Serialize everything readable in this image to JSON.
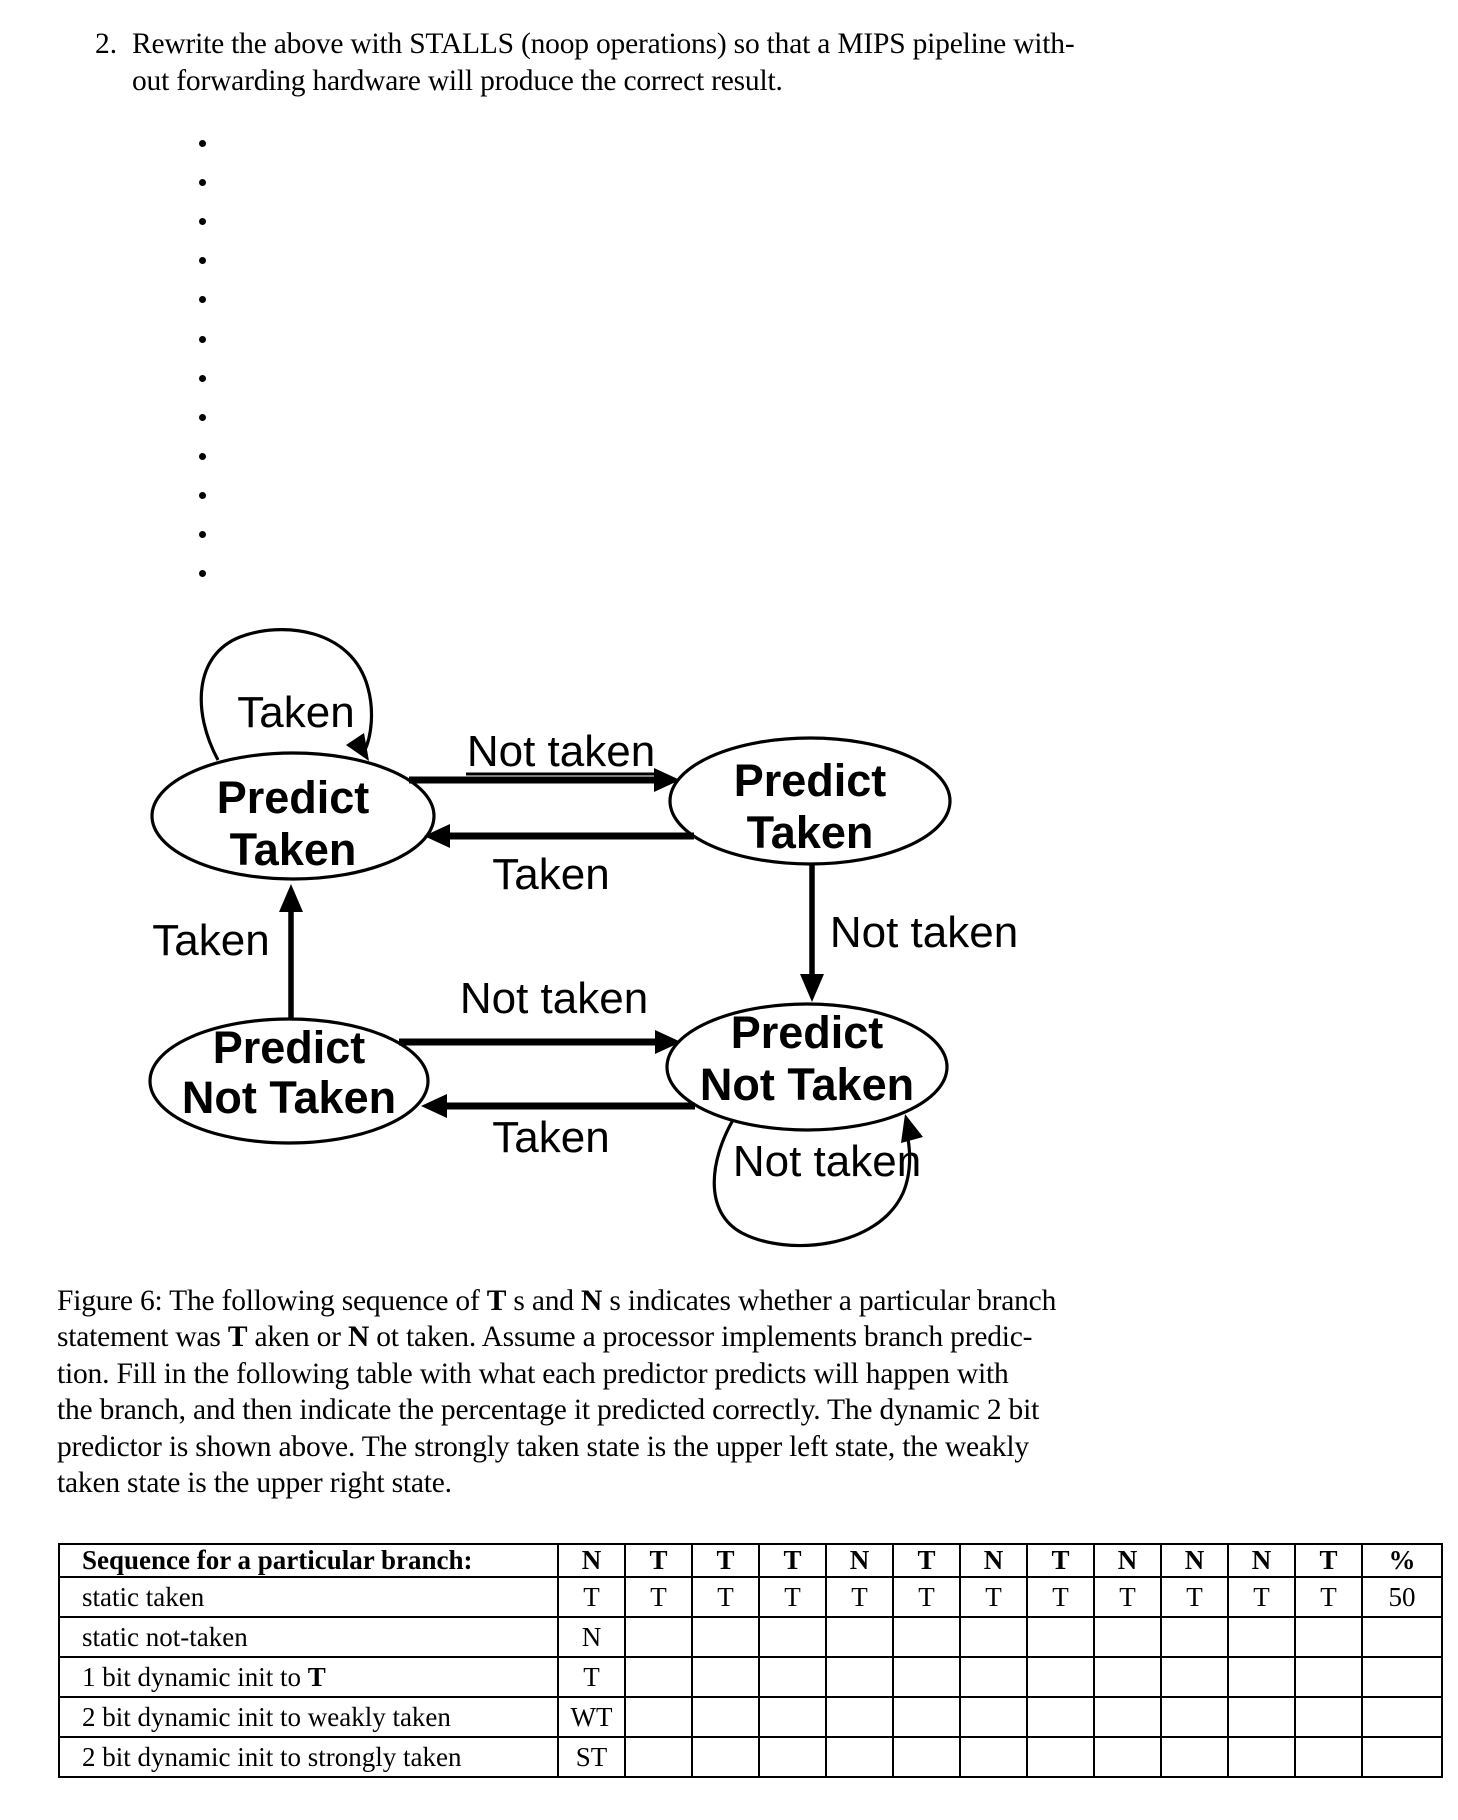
{
  "document": {
    "item": {
      "number": "2.",
      "lines": [
        "Rewrite the above with STALLS (noop operations) so that a MIPS pipeline with-",
        "out forwarding hardware will produce the correct result."
      ]
    },
    "answer_dots": {
      "count": 12
    },
    "figure_caption": {
      "lines": [
        [
          {
            "t": "Figure 6: The following sequence of "
          },
          {
            "t": "T",
            "b": 1
          },
          {
            "t": " s and "
          },
          {
            "t": "N",
            "b": 1
          },
          {
            "t": " s indicates whether a particular branch"
          }
        ],
        [
          {
            "t": "statement was "
          },
          {
            "t": "T",
            "b": 1
          },
          {
            "t": " aken or "
          },
          {
            "t": "N",
            "b": 1
          },
          {
            "t": " ot taken. Assume a processor implements branch predic-"
          }
        ],
        [
          {
            "t": "tion. Fill in the following table with what each predictor predicts will happen with"
          }
        ],
        [
          {
            "t": "the branch, and then indicate the percentage it predicted correctly. The dynamic 2 bit"
          }
        ],
        [
          {
            "t": "predictor is shown above. The strongly taken state is the upper left state, the weakly"
          }
        ],
        [
          {
            "t": "taken state is the upper right state."
          }
        ]
      ]
    }
  },
  "diagram": {
    "states": [
      {
        "id": "strongly-taken",
        "line1": "Predict",
        "line2": "Taken"
      },
      {
        "id": "weakly-taken",
        "line1": "Predict",
        "line2": "Taken"
      },
      {
        "id": "not-taken-left",
        "line1": "Predict",
        "line2": "Not Taken"
      },
      {
        "id": "not-taken-right",
        "line1": "Predict",
        "line2": "Not Taken"
      }
    ],
    "labels": {
      "self_taken": "Taken",
      "top_not_taken": "Not taken",
      "top_taken": "Taken",
      "left_taken": "Taken",
      "right_not_taken": "Not taken",
      "bottom_not_taken": "Not taken",
      "bottom_taken": "Taken",
      "self_not_taken": "Not taken"
    }
  },
  "table": {
    "header": {
      "label": "Sequence for a particular branch:",
      "cells": [
        "N",
        "T",
        "T",
        "T",
        "N",
        "T",
        "N",
        "T",
        "N",
        "N",
        "N",
        "T",
        "%"
      ]
    },
    "rows": [
      {
        "label_segments": [
          {
            "t": "static taken"
          }
        ],
        "cells": [
          "T",
          "T",
          "T",
          "T",
          "T",
          "T",
          "T",
          "T",
          "T",
          "T",
          "T",
          "T",
          "50"
        ]
      },
      {
        "label_segments": [
          {
            "t": "static not-taken"
          }
        ],
        "cells": [
          "N",
          "",
          "",
          "",
          "",
          "",
          "",
          "",
          "",
          "",
          "",
          "",
          ""
        ]
      },
      {
        "label_segments": [
          {
            "t": "1 bit dynamic init to "
          },
          {
            "t": "T",
            "b": 1
          }
        ],
        "cells": [
          "T",
          "",
          "",
          "",
          "",
          "",
          "",
          "",
          "",
          "",
          "",
          "",
          ""
        ]
      },
      {
        "label_segments": [
          {
            "t": "2 bit dynamic init to weakly taken"
          }
        ],
        "cells": [
          "WT",
          "",
          "",
          "",
          "",
          "",
          "",
          "",
          "",
          "",
          "",
          "",
          ""
        ]
      },
      {
        "label_segments": [
          {
            "t": "2 bit dynamic init to strongly taken"
          }
        ],
        "cells": [
          "ST",
          "",
          "",
          "",
          "",
          "",
          "",
          "",
          "",
          "",
          "",
          "",
          ""
        ]
      }
    ]
  }
}
